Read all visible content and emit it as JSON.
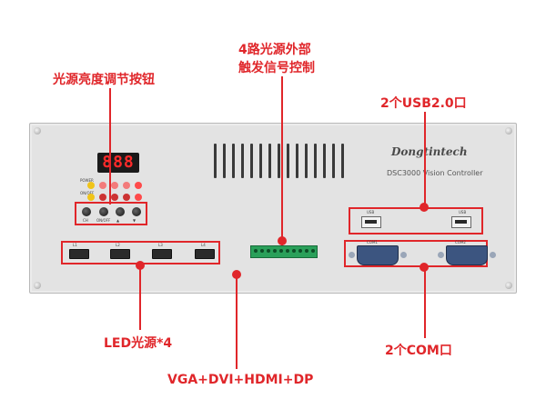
{
  "labels": {
    "brightness": "光源亮度调节按钮",
    "external_trigger_line1": "4路光源外部",
    "external_trigger_line2": "触发信号控制",
    "usb": "2个USB2.0口",
    "led": "LED光源*4",
    "video": "VGA+DVI+HDMI+DP",
    "com": "2个COM口"
  },
  "device": {
    "display": "888",
    "brand": "Dongtintech",
    "model": "DSC3000 Vision Controller",
    "power_label": "POWER",
    "onoff_label": "ON/OFF",
    "buttons": [
      "CH",
      "ON/OFF",
      "▲",
      "▼"
    ],
    "led_ports": [
      "L1",
      "L2",
      "L3",
      "L4"
    ],
    "usb_labels": [
      "USB",
      "USB"
    ],
    "com_labels": [
      "COM1",
      "COM2"
    ]
  },
  "colors": {
    "accent": "#e0262a",
    "panel": "#e3e3e3"
  }
}
